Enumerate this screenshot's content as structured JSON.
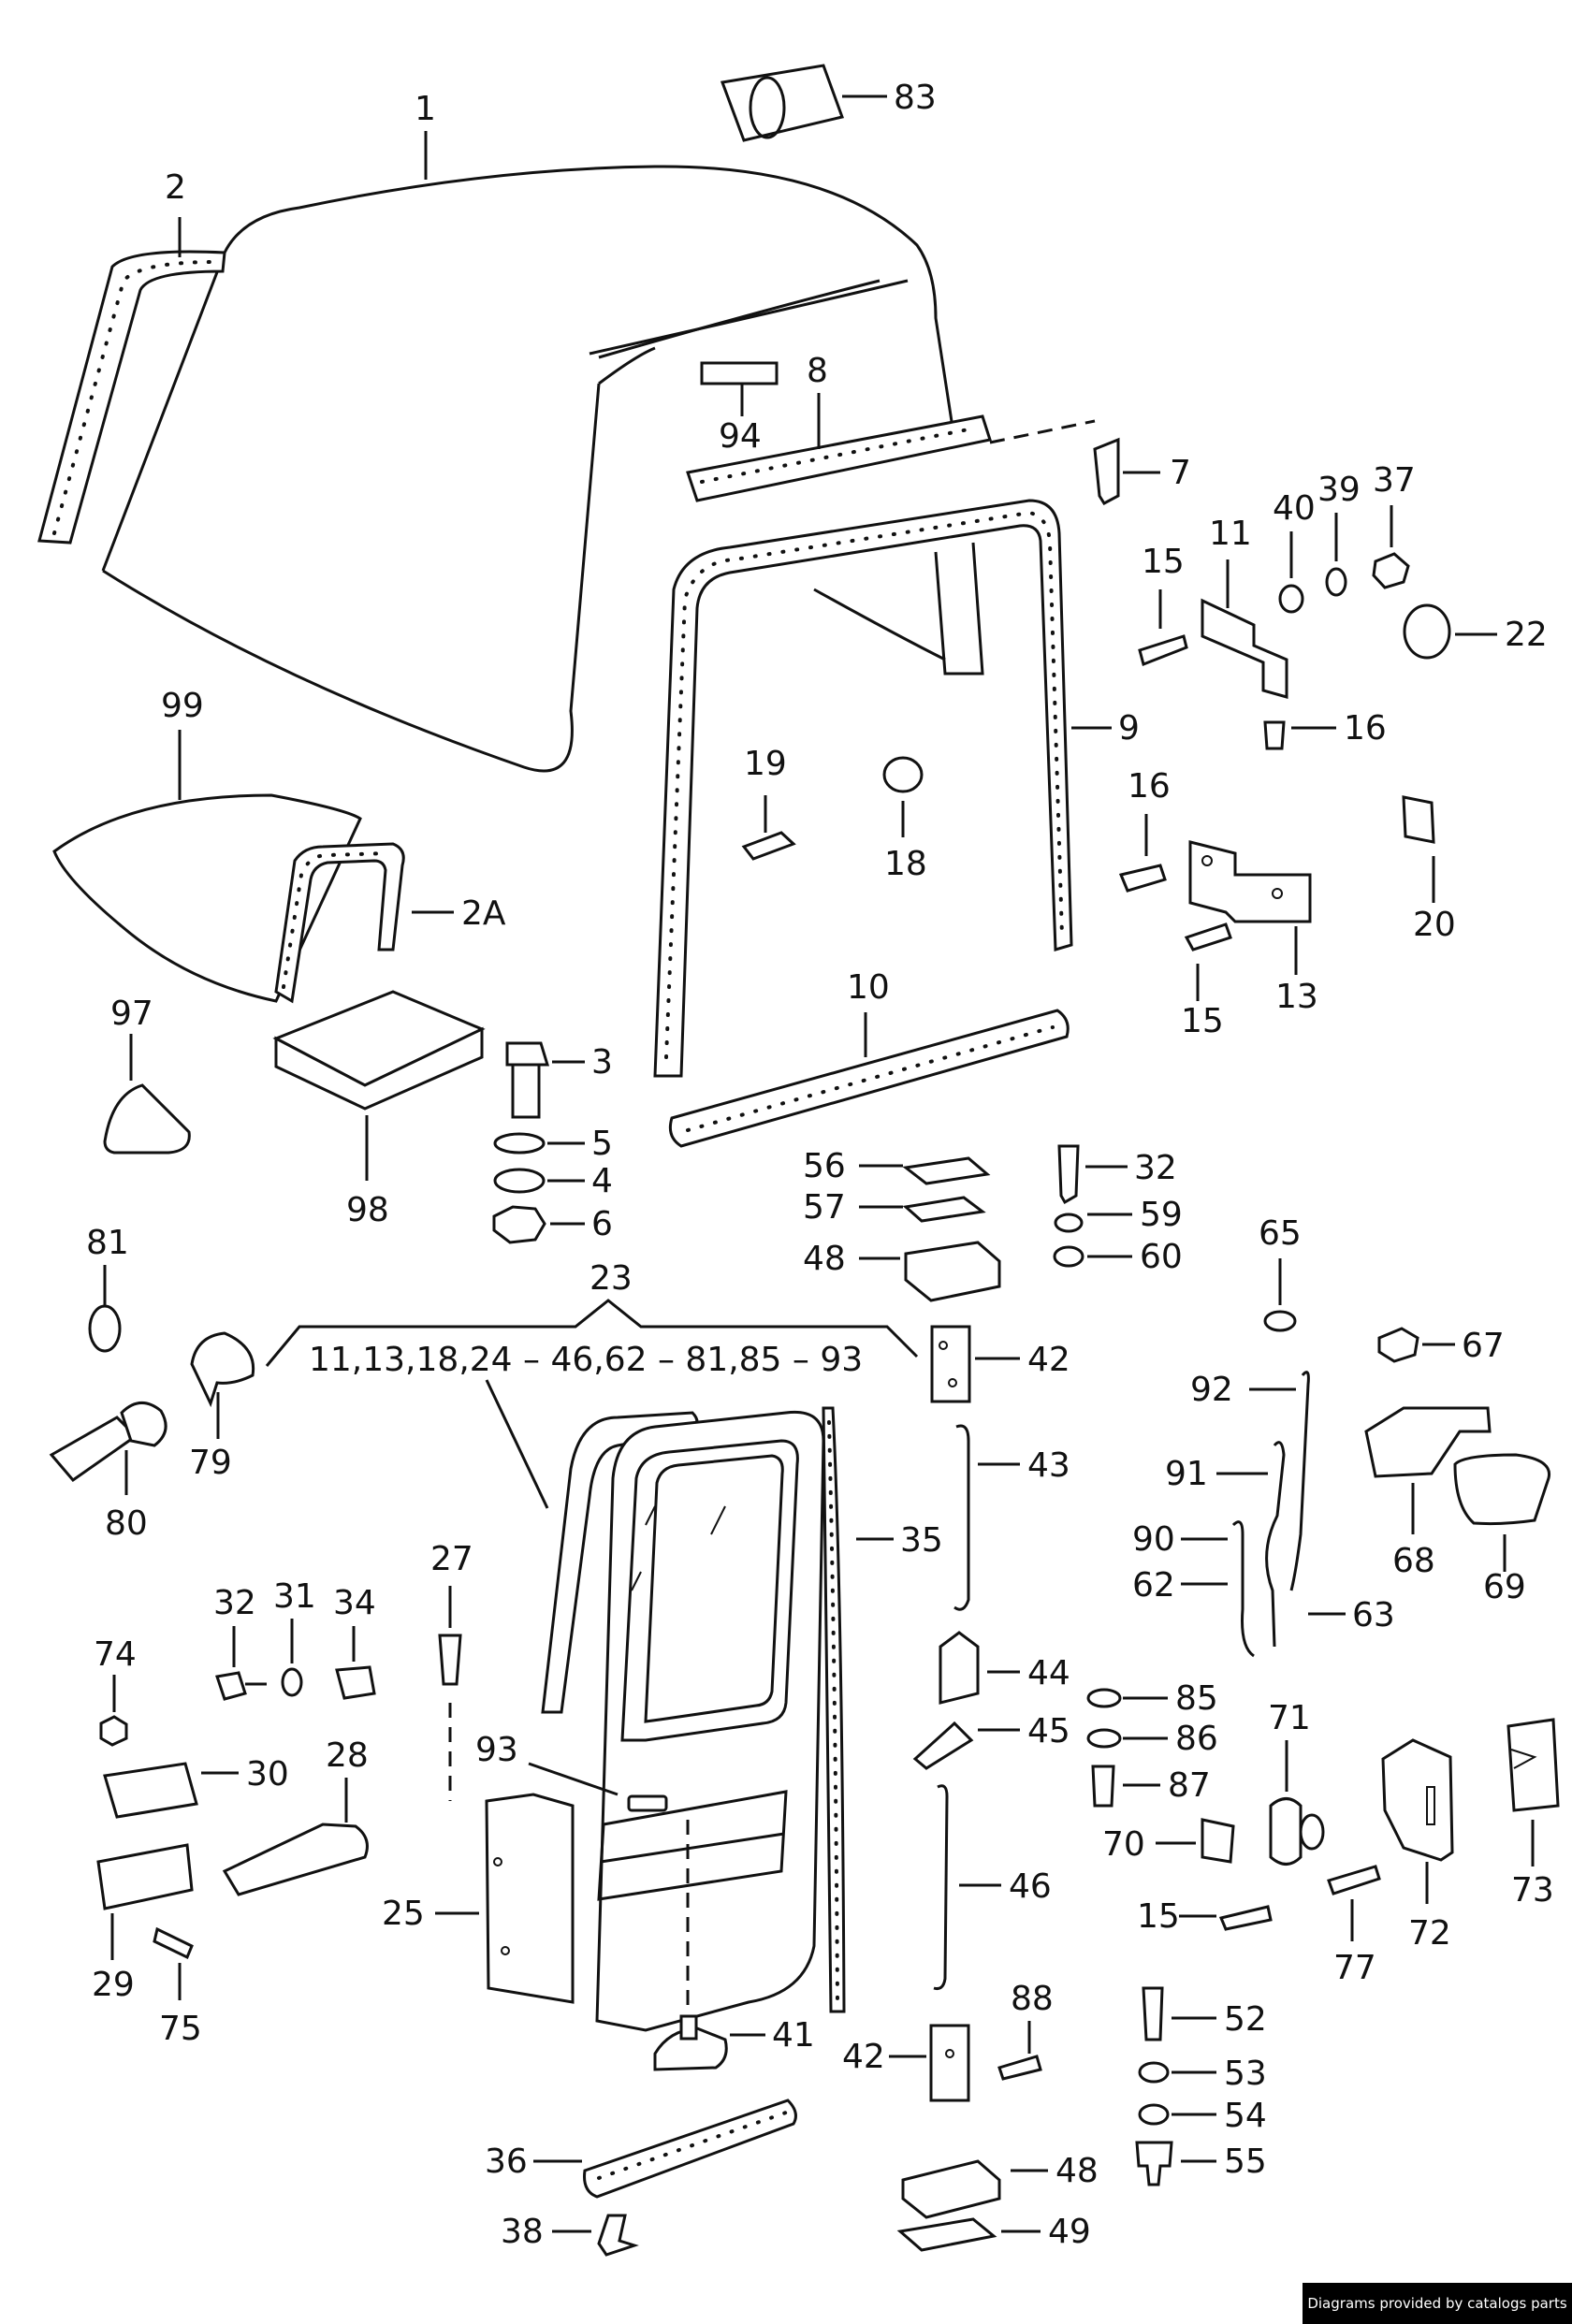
{
  "labels": {
    "p1": "1",
    "p2": "2",
    "p2a": "2A",
    "p3": "3",
    "p4": "4",
    "p5": "5",
    "p6": "6",
    "p7": "7",
    "p8": "8",
    "p9": "9",
    "p10": "10",
    "p11": "11",
    "p13": "13",
    "p15a": "15",
    "p15b": "15",
    "p15c": "15",
    "p16a": "16",
    "p16b": "16",
    "p18": "18",
    "p19": "19",
    "p20": "20",
    "p22": "22",
    "p23": "23",
    "p23_range": "11,13,18,24 – 46,62 – 81,85 – 93",
    "p25": "25",
    "p27": "27",
    "p28": "28",
    "p29": "29",
    "p30": "30",
    "p31": "31",
    "p32a": "32",
    "p32b": "32",
    "p34": "34",
    "p35": "35",
    "p36": "36",
    "p37": "37",
    "p38": "38",
    "p39": "39",
    "p40": "40",
    "p41": "41",
    "p42a": "42",
    "p42b": "42",
    "p43": "43",
    "p44": "44",
    "p45": "45",
    "p46": "46",
    "p48a": "48",
    "p48b": "48",
    "p49": "49",
    "p52": "52",
    "p53": "53",
    "p54": "54",
    "p55": "55",
    "p56": "56",
    "p57": "57",
    "p59": "59",
    "p60": "60",
    "p62": "62",
    "p63": "63",
    "p65": "65",
    "p67": "67",
    "p68": "68",
    "p69": "69",
    "p70": "70",
    "p71": "71",
    "p72": "72",
    "p73": "73",
    "p74": "74",
    "p75": "75",
    "p77": "77",
    "p79": "79",
    "p80": "80",
    "p81": "81",
    "p83": "83",
    "p85": "85",
    "p86": "86",
    "p87": "87",
    "p88": "88",
    "p90": "90",
    "p91": "91",
    "p92": "92",
    "p93": "93",
    "p94": "94",
    "p97": "97",
    "p98": "98",
    "p99": "99"
  },
  "footer": {
    "credit": "Diagrams provided by catalogs parts"
  }
}
